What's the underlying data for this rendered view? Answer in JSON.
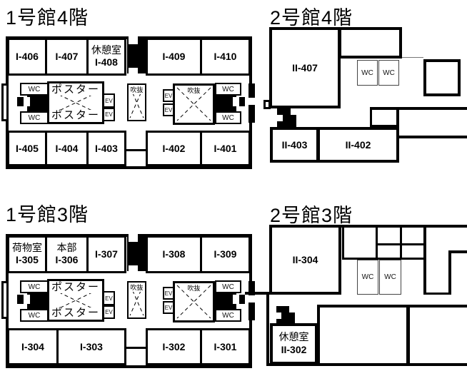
{
  "titles": {
    "b1f4": "1号館4階",
    "b2f4": "2号館4階",
    "b1f3": "1号館3階",
    "b2f3": "2号館3階"
  },
  "labels": {
    "wc": "WC",
    "ev": "EV",
    "void": "吹抜",
    "poster": "ポスター"
  },
  "b1f4": {
    "top": [
      "I-406",
      "I-407",
      "I-409",
      "I-410"
    ],
    "rest_name": "休憩室",
    "rest_number": "I-408",
    "bottom": [
      "I-405",
      "I-404",
      "I-403",
      "I-402",
      "I-401"
    ]
  },
  "b2f4": {
    "room_407": "II-407",
    "room_403": "II-403",
    "room_402": "II-402"
  },
  "b1f3": {
    "luggage_name": "荷物室",
    "luggage_number": "I-305",
    "hq_name": "本部",
    "hq_number": "I-306",
    "top": [
      "I-307",
      "I-308",
      "I-309"
    ],
    "bottom": [
      "I-304",
      "I-303",
      "I-302",
      "I-301"
    ]
  },
  "b2f3": {
    "room_304": "II-304",
    "rest_name": "休憩室",
    "rest_number": "II-302"
  },
  "colors": {
    "wall": "#000000",
    "background": "#ffffff"
  }
}
